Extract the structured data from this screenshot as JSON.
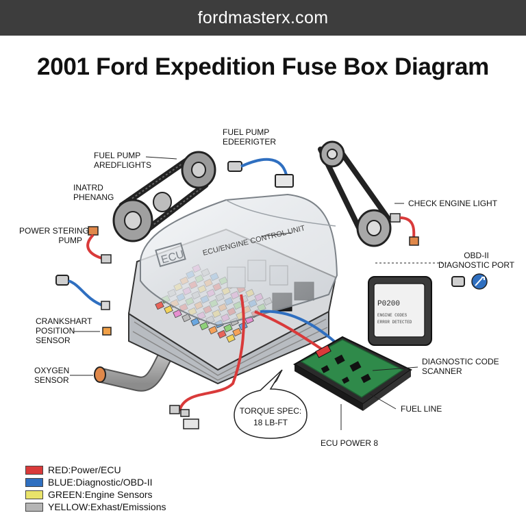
{
  "site": "fordmasterx.com",
  "title": "2001 Ford Expedition Fuse Box Diagram",
  "labels": {
    "fuel_pump_relay": [
      "FUEL PUMP",
      "EDEERIGTER"
    ],
    "fuel_pump_headlights": [
      "FUEL PUMP",
      "AREDFLIGHTS"
    ],
    "inatrd": [
      "INATRD",
      "PHENANG"
    ],
    "power_steering": [
      "POWER STERING",
      "PUMP"
    ],
    "ecu_lid": "ECU/ENGINE CONTROL UNIT",
    "ecu_tag": "ECU",
    "check_engine": "CHECK ENGINE LIGHT",
    "obd": [
      "OBD-II",
      "DIAGNOSTIC PORT"
    ],
    "crankshaft": [
      "CRANKSHART",
      "POSITION",
      "SENSOR"
    ],
    "oxygen": [
      "OXYGEN",
      "SENSOR"
    ],
    "scanner": [
      "DIAGNOSTIC CODE",
      "SCANNER"
    ],
    "fuel_line": "FUEL LINE",
    "ecu_power": "ECU POWER 8",
    "torque": [
      "TORQUE SPEC:",
      "18 LB-FT"
    ],
    "scanner_screen": [
      "P0200",
      "ENGINE CODES",
      "ERROR DETECTED"
    ]
  },
  "legend": [
    {
      "key": "RED:",
      "text": " Power/ECU",
      "color": "#d93a3a"
    },
    {
      "key": "BLUE:",
      "text": " Diagnostic/OBD-II",
      "color": "#2f6fc0"
    },
    {
      "key": "GREEN:",
      "text": " Engine Sensors",
      "color": "#e9e36a"
    },
    {
      "key": "YELLOW:",
      "text": " Exhast/Emissions",
      "color": "#b5b5b5"
    }
  ],
  "colors": {
    "red_wire": "#d93a3a",
    "blue_wire": "#2f6fc0",
    "pcb": "#2f8a4a",
    "housing": "#d7d9dc"
  }
}
